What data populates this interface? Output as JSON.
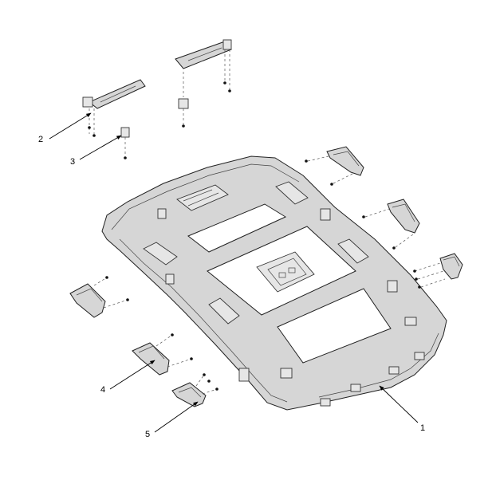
{
  "diagram": {
    "callouts": [
      {
        "id": "headlining",
        "label": "1"
      },
      {
        "id": "sunvisor",
        "label": "2"
      },
      {
        "id": "sunvisor-retainer",
        "label": "3"
      },
      {
        "id": "assist-handle",
        "label": "4"
      },
      {
        "id": "bracket",
        "label": "5"
      }
    ]
  },
  "colors": {
    "part_fill": "#d6d6d6",
    "line": "#222222",
    "background": "#ffffff"
  }
}
